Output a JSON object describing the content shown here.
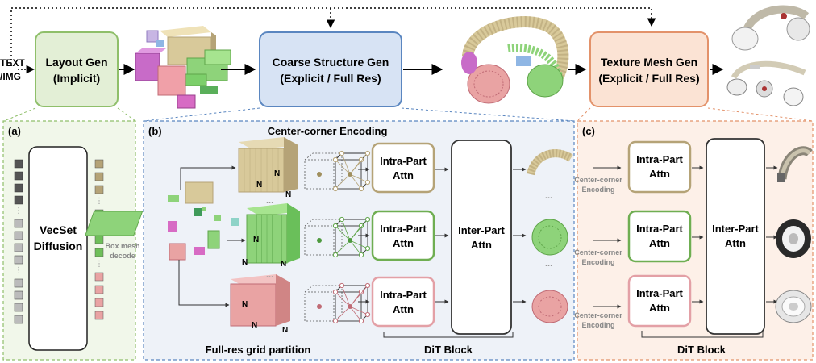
{
  "input_label_line1": "TEXT",
  "input_label_line2": "/IMG",
  "stages": {
    "layout": {
      "line1": "Layout Gen",
      "line2": "(Implicit)"
    },
    "coarse": {
      "line1": "Coarse Structure Gen",
      "line2": "(Explicit / Full Res)"
    },
    "texture": {
      "line1": "Texture Mesh Gen",
      "line2": "(Explicit / Full Res)"
    }
  },
  "panel_a": {
    "tag": "(a)",
    "block_line1": "VecSet",
    "block_line2": "Diffusion",
    "decode_line1": "Box mesh",
    "decode_line2": "decode"
  },
  "panel_b": {
    "tag": "(b)",
    "title": "Center-corner Encoding",
    "bottom_label": "Full-res grid partition",
    "intra_line1": "Intra-Part",
    "intra_line2": "Attn",
    "inter_line1": "Inter-Part",
    "inter_line2": "Attn",
    "dit_label": "DiT Block",
    "axis_n": "N",
    "ellipsis": "..."
  },
  "panel_c": {
    "tag": "(c)",
    "enc_line1": "Center-corner",
    "enc_line2": "Encoding",
    "intra_line1": "Intra-Part",
    "intra_line2": "Attn",
    "inter_line1": "Inter-Part",
    "inter_line2": "Attn",
    "dit_label": "DiT Block"
  },
  "colors": {
    "green_fill": "#e3efd6",
    "green_stroke": "#8fbf6a",
    "blue_fill": "#d7e3f4",
    "blue_stroke": "#5a86c0",
    "orange_fill": "#fbe3d4",
    "orange_stroke": "#e3926a",
    "tan": "#d8c99a",
    "tan_stroke": "#b5a377",
    "mint": "#8ed37a",
    "pink": "#e9a3a3"
  }
}
